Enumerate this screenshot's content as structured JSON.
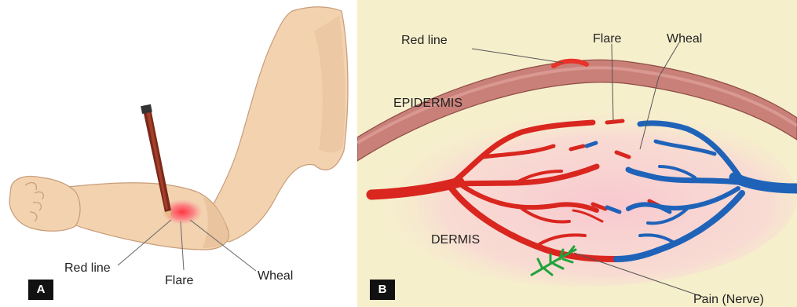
{
  "panel_a": {
    "tag": "A",
    "labels": {
      "red_line": "Red line",
      "flare": "Flare",
      "wheal": "Wheal"
    }
  },
  "panel_b": {
    "tag": "B",
    "labels": {
      "red_line": "Red line",
      "flare": "Flare",
      "wheal": "Wheal",
      "epidermis": "EPIDERMIS",
      "dermis": "DERMIS",
      "pain": "Pain (Nerve)"
    }
  },
  "colors": {
    "skin": "#f3d2b0",
    "skin_shadow": "#e3b68e",
    "artery": "#d9261f",
    "vein": "#1f63b8",
    "epidermis": "#c97a72",
    "dermis_flush": "#f6c9cf",
    "nerve": "#1fa33a"
  }
}
